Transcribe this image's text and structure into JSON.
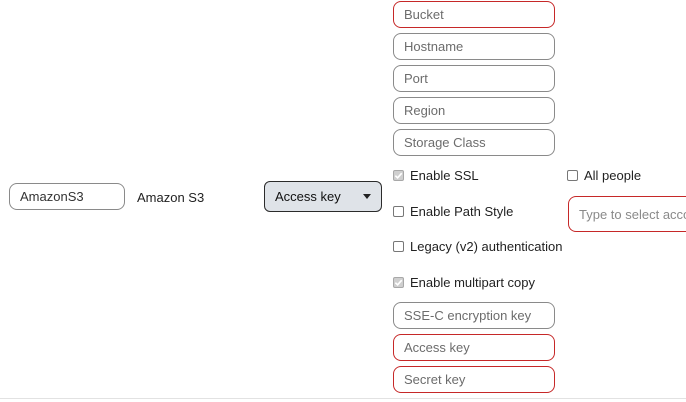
{
  "storage": {
    "name_value": "AmazonS3",
    "type_label": "Amazon S3",
    "auth_selected": "Access key"
  },
  "fields": {
    "bucket_placeholder": "Bucket",
    "hostname_placeholder": "Hostname",
    "port_placeholder": "Port",
    "region_placeholder": "Region",
    "storage_class_placeholder": "Storage Class",
    "sse_c_placeholder": "SSE-C encryption key",
    "access_key_placeholder": "Access key",
    "secret_key_placeholder": "Secret key"
  },
  "options": {
    "enable_ssl": {
      "label": "Enable SSL",
      "checked": true
    },
    "path_style": {
      "label": "Enable Path Style",
      "checked": false
    },
    "legacy_auth": {
      "label": "Legacy (v2) authentication",
      "checked": false
    },
    "multipart_copy": {
      "label": "Enable multipart copy",
      "checked": true
    }
  },
  "access": {
    "all_people_label": "All people",
    "all_people_checked": false,
    "select_placeholder": "Type to select acco"
  },
  "colors": {
    "required_border": "#c62828",
    "default_border": "#8a8a8a",
    "select_bg": "#dfe3e8"
  },
  "icons": {
    "checkbox_checked": "check-icon",
    "dropdown": "chevron-down-icon"
  }
}
